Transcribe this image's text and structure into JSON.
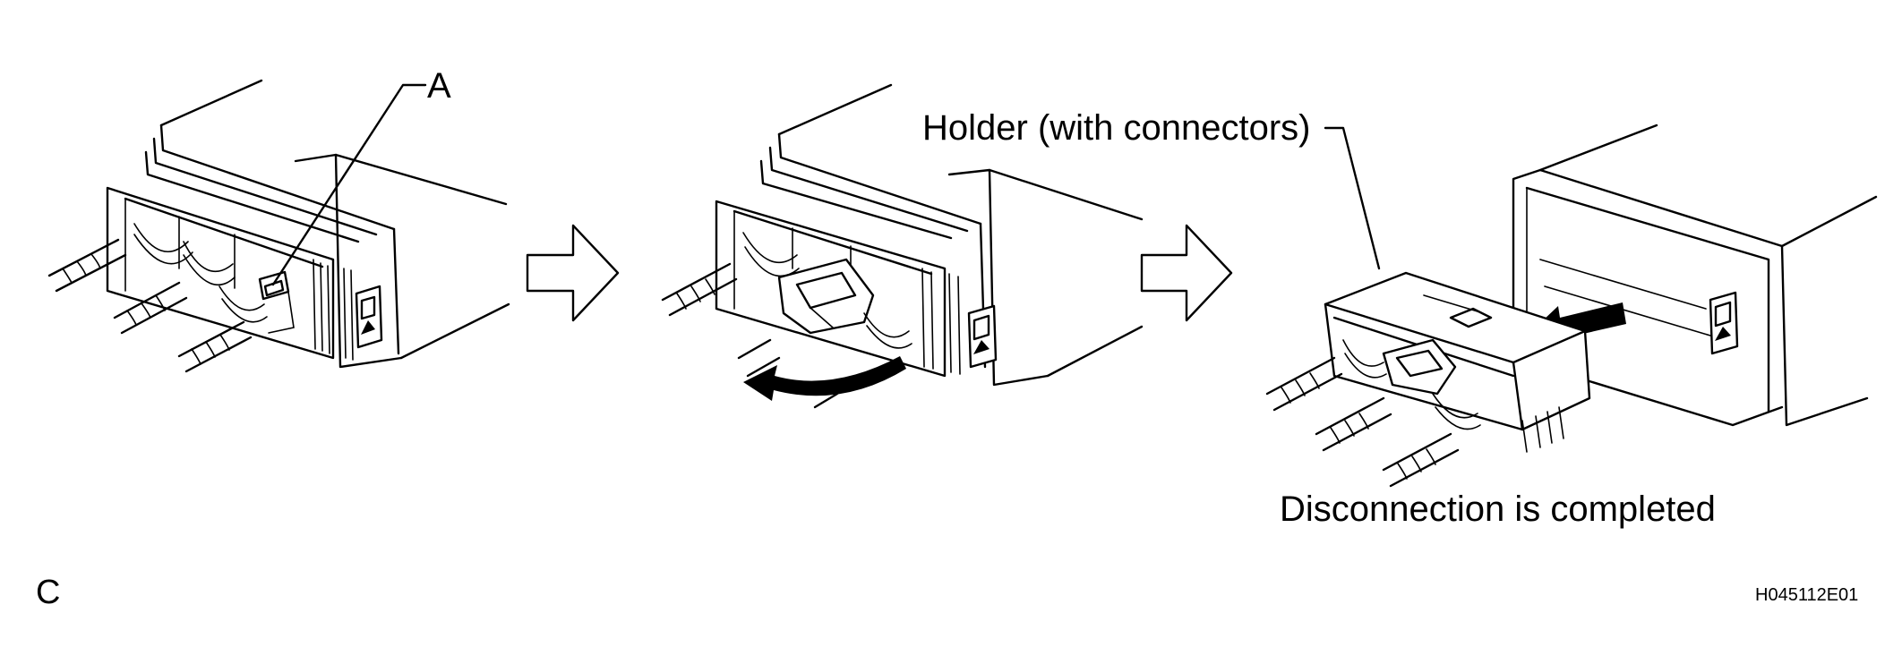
{
  "labels": {
    "callout_a": "A",
    "holder": "Holder (with connectors)",
    "completed": "Disconnection is completed",
    "panel_letter": "C",
    "figure_code": "H045112E01"
  }
}
